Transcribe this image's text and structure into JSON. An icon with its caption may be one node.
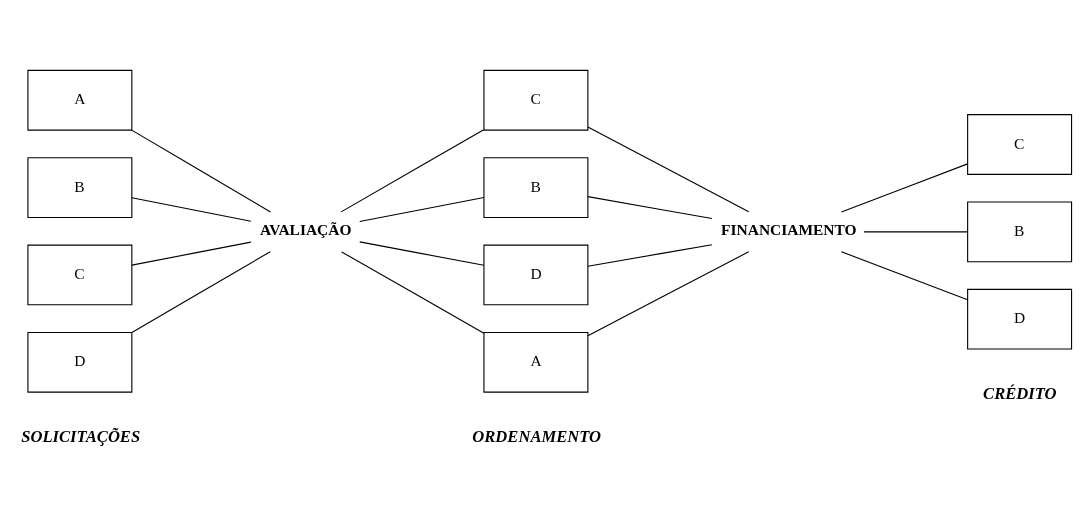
{
  "diagram": {
    "nodes": [
      {
        "text": [
          "A"
        ]
      },
      {
        "text": [
          "B"
        ]
      },
      {
        "text": [
          "C"
        ]
      },
      {
        "text": [
          "D"
        ]
      },
      {
        "text": [
          "AVALIAÇÃO"
        ]
      },
      {
        "text": [
          "C"
        ]
      },
      {
        "text": [
          "B"
        ]
      },
      {
        "text": [
          "D"
        ]
      },
      {
        "text": [
          "A"
        ]
      },
      {
        "text": [
          "FINANCIAMENTO"
        ]
      },
      {
        "text": [
          "C"
        ]
      },
      {
        "text": [
          "B"
        ]
      },
      {
        "text": [
          "D"
        ]
      }
    ],
    "edges": [
      {
        "from": 0,
        "to": 4,
        "arrow": "none"
      },
      {
        "from": 1,
        "to": 4,
        "arrow": "none"
      },
      {
        "from": 2,
        "to": 4,
        "arrow": "none"
      },
      {
        "from": 3,
        "to": 4,
        "arrow": "none"
      },
      {
        "from": 4,
        "to": 5,
        "arrow": "none"
      },
      {
        "from": 4,
        "to": 6,
        "arrow": "none"
      },
      {
        "from": 4,
        "to": 7,
        "arrow": "none"
      },
      {
        "from": 4,
        "to": 8,
        "arrow": "none"
      },
      {
        "from": 5,
        "to": 9,
        "arrow": "none"
      },
      {
        "from": 6,
        "to": 9,
        "arrow": "none"
      },
      {
        "from": 7,
        "to": 9,
        "arrow": "none"
      },
      {
        "from": 8,
        "to": 9,
        "arrow": "none"
      },
      {
        "from": 9,
        "to": 10,
        "arrow": "none"
      },
      {
        "from": 9,
        "to": 11,
        "arrow": "none"
      },
      {
        "from": 9,
        "to": 12,
        "arrow": "none"
      }
    ],
    "labels": [
      "SOLICITAÇÕES",
      "ORDENAMENTO",
      "CRÉDITO"
    ]
  }
}
